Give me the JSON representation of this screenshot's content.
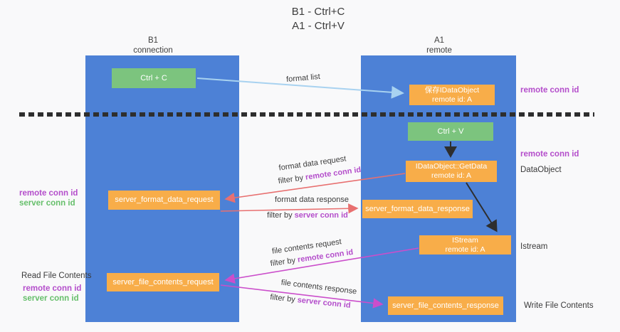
{
  "title": {
    "line1": "B1 - Ctrl+C",
    "line2": "A1 - Ctrl+V"
  },
  "lanes": {
    "left": {
      "name": "B1",
      "role": "connection"
    },
    "right": {
      "name": "A1",
      "role": "remote"
    }
  },
  "nodes": {
    "ctrl_c": {
      "label": "Ctrl + C"
    },
    "save_idataobject": {
      "line1": "保存IDataObject",
      "line2": "remote id: A"
    },
    "ctrl_v": {
      "label": "Ctrl + V"
    },
    "getdata": {
      "line1": "IDataObject::GetData",
      "line2": "remote id: A"
    },
    "format_request": {
      "label": "server_format_data_request"
    },
    "format_response": {
      "label": "server_format_data_response"
    },
    "istream": {
      "line1": "IStream",
      "line2": "remote id: A"
    },
    "file_request": {
      "label": "server_file_contents_request"
    },
    "file_response": {
      "label": "server_file_contents_response"
    }
  },
  "flows": {
    "format_list": {
      "label": "format list"
    },
    "format_request": {
      "label": "format data request",
      "filter_prefix": "filter by ",
      "filter_id": "remote conn id"
    },
    "format_response": {
      "label": "format data response",
      "filter_prefix": "filter by ",
      "filter_id": "server conn id"
    },
    "file_request": {
      "label": "file contents request",
      "filter_prefix": "filter by ",
      "filter_id": "remote conn id"
    },
    "file_response": {
      "label": "file contents response",
      "filter_prefix": "filter by ",
      "filter_id": "server conn id"
    }
  },
  "annotations": {
    "right_remote_conn_top": "remote conn id",
    "right_remote_conn_mid": "remote conn id",
    "dataobject": "DataObject",
    "istream": "Istream",
    "write_file_contents": "Write File Contents",
    "left_mid": {
      "remote": "remote conn id",
      "server": "server conn id"
    },
    "read_file_contents": "Read File Contents",
    "left_bottom": {
      "remote": "remote conn id",
      "server": "server conn id"
    }
  },
  "colors": {
    "lifeline_blue": "#4d81d6",
    "box_green": "#7cc47e",
    "box_orange": "#f8ad49",
    "purple_id": "#b44ecb",
    "green_id": "#66bf6b",
    "arrow_red": "#e87070",
    "arrow_magenta": "#cb4ecb",
    "arrow_light_blue": "#a8d2f0",
    "arrow_black": "#2e2e2e"
  }
}
